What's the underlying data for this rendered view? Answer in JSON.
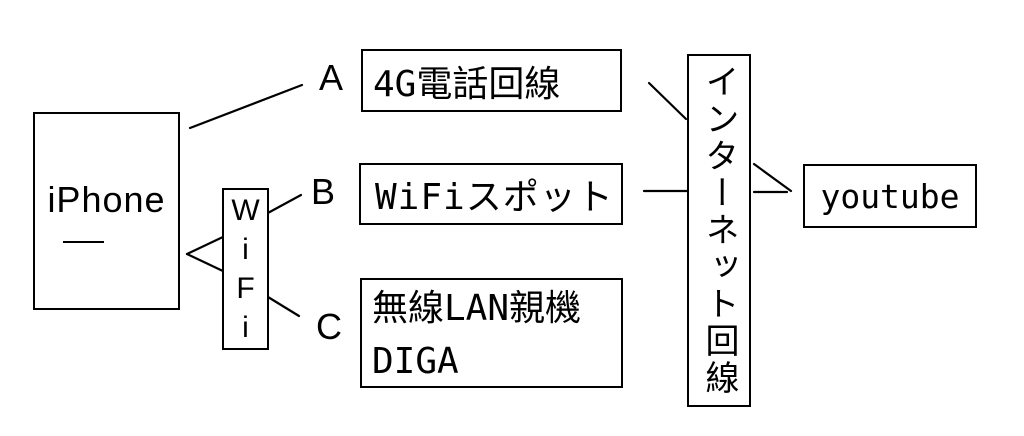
{
  "colors": {
    "background": "#ffffff",
    "ink": "#000000"
  },
  "nodes": {
    "iphone": {
      "label": "iPhone"
    },
    "wifi_adapter": {
      "letters": [
        "W",
        "i",
        "F",
        "i"
      ]
    },
    "route_a": {
      "tag": "A",
      "name": "4G電話回線"
    },
    "route_b": {
      "tag": "B",
      "name": "WiFiスポット"
    },
    "route_c": {
      "tag": "C",
      "name_line1": "無線LAN親機",
      "name_line2": "DIGA"
    },
    "internet": {
      "label": "インターネット回線"
    },
    "youtube": {
      "label": "youtube"
    }
  }
}
